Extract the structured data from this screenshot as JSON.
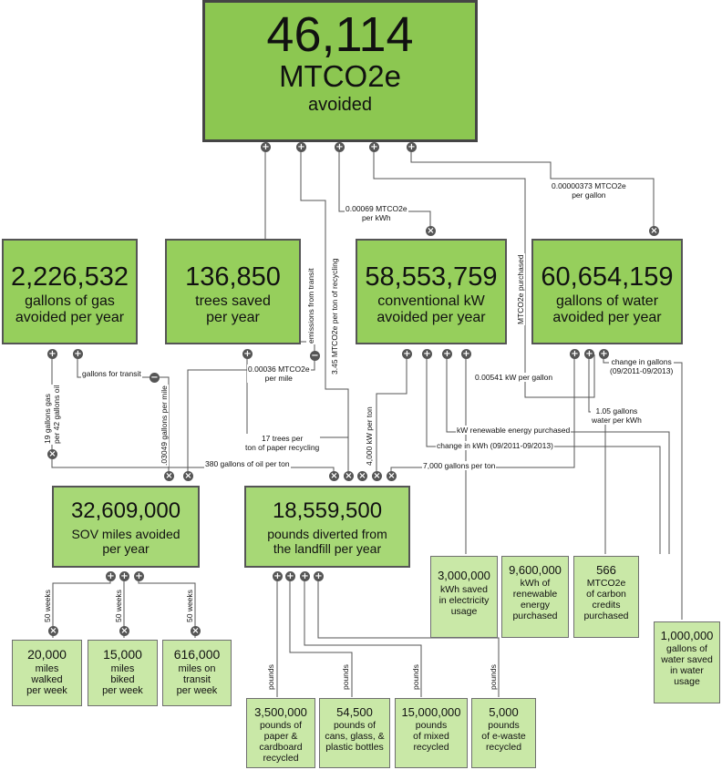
{
  "main": {
    "value": "46,114",
    "unit": "MTCO2e",
    "label": "avoided"
  },
  "metrics": {
    "gas": {
      "value": "2,226,532",
      "l1": "gallons of gas",
      "l2": "avoided per year"
    },
    "trees": {
      "value": "136,850",
      "l1": "trees saved",
      "l2": "per year"
    },
    "kw": {
      "value": "58,553,759",
      "l1": "conventional kW",
      "l2": "avoided per year"
    },
    "water": {
      "value": "60,654,159",
      "l1": "gallons of water",
      "l2": "avoided per year"
    }
  },
  "mid": {
    "sov": {
      "value": "32,609,000",
      "l1": "SOV miles avoided",
      "l2": "per year"
    },
    "landfill": {
      "value": "18,559,500",
      "l1": "pounds diverted from",
      "l2": "the landfill per year"
    }
  },
  "leaves": {
    "walked": {
      "value": "20,000",
      "lines": [
        "miles",
        "walked",
        "per week"
      ]
    },
    "biked": {
      "value": "15,000",
      "lines": [
        "miles",
        "biked",
        "per week"
      ]
    },
    "transit": {
      "value": "616,000",
      "lines": [
        "miles on",
        "transit",
        "per week"
      ]
    },
    "paper": {
      "value": "3,500,000",
      "lines": [
        "pounds of",
        "paper &",
        "cardboard",
        "recycled"
      ]
    },
    "cans": {
      "value": "54,500",
      "lines": [
        "pounds of",
        "cans, glass, &",
        "plastic bottles"
      ]
    },
    "mixed": {
      "value": "15,000,000",
      "lines": [
        "pounds",
        "of mixed",
        "recycled"
      ]
    },
    "ewaste": {
      "value": "5,000",
      "lines": [
        "pounds",
        "of e-waste",
        "recycled"
      ]
    },
    "kwh_saved": {
      "value": "3,000,000",
      "lines": [
        "kWh saved",
        "in electricity",
        "usage"
      ]
    },
    "renew": {
      "value": "9,600,000",
      "lines": [
        "kWh of",
        "renewable",
        "energy",
        "purchased"
      ]
    },
    "credits": {
      "value": "566",
      "lines": [
        "MTCO2e",
        "of carbon",
        "credits",
        "purchased"
      ]
    },
    "water_saved": {
      "value": "1,000,000",
      "lines": [
        "gallons of",
        "water saved",
        "in water",
        "usage"
      ]
    }
  },
  "labels": {
    "per_gallon": [
      "0.00000373 MTCO2e",
      "per gallon"
    ],
    "per_kwh": [
      "0.00069 MTCO2e",
      "per kWh"
    ],
    "per_mile": [
      "0.00036 MTCO2e",
      "per mile"
    ],
    "gallons_transit": "gallons for transit",
    "gas_oil": [
      "19 gallons gas",
      "per 42 gallons oil"
    ],
    "gal_per_mile": ".03049 gallons per mile",
    "emissions_transit": "emissions from transit",
    "per_ton_recycling": "3.45 MTCO2e per ton of recycling",
    "mtco2e_purchased": "MTCO2e purchased",
    "kw_per_ton": "4,000 kW per ton",
    "trees_per_ton": [
      "17 trees per",
      "ton of paper recycling"
    ],
    "oil_per_ton": "380 gallons of oil per ton",
    "kw_per_gallon": "0.00541 kW per gallon",
    "kw_renewable": "kW renewable energy purchased",
    "change_kwh": "change in kWh (09/2011-09/2013)",
    "gal_per_ton": "7,000 gallons per ton",
    "gal_per_kwh": [
      "1.05 gallons",
      "water per kWh"
    ],
    "change_gal": [
      "change in gallons",
      "(09/2011-09/2013)"
    ],
    "fifty_weeks": "50 weeks",
    "pounds": "pounds"
  },
  "colors": {
    "box": "#8cc751",
    "leaf": "#c9e8a7",
    "line": "#444444"
  },
  "icons": {
    "plus": "plus-node-icon",
    "times": "times-node-icon",
    "minus": "minus-node-icon"
  }
}
